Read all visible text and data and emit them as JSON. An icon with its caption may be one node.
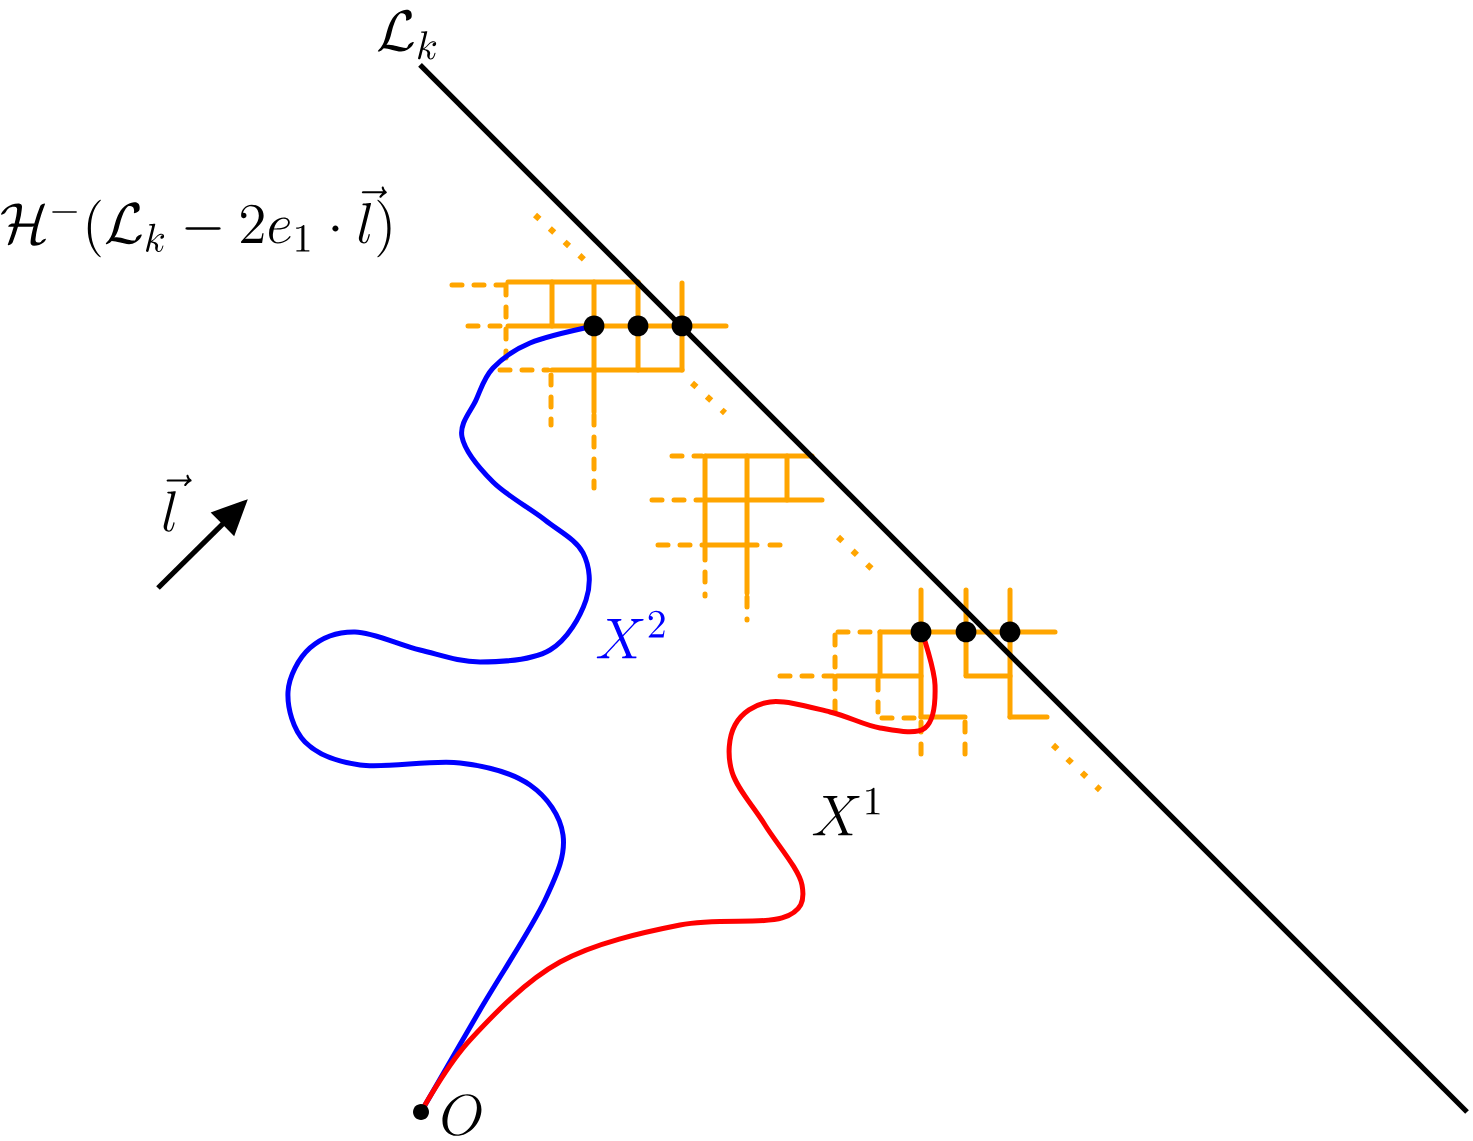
{
  "diagram": {
    "labels": [
      "\\mathcal{L}_k",
      "\\mathcal{H}^-(\\mathcal{L}_k-2e_1\\cdot\\vec{l})",
      "\\vec{l}",
      "X^2",
      "X^1",
      "O"
    ]
  }
}
